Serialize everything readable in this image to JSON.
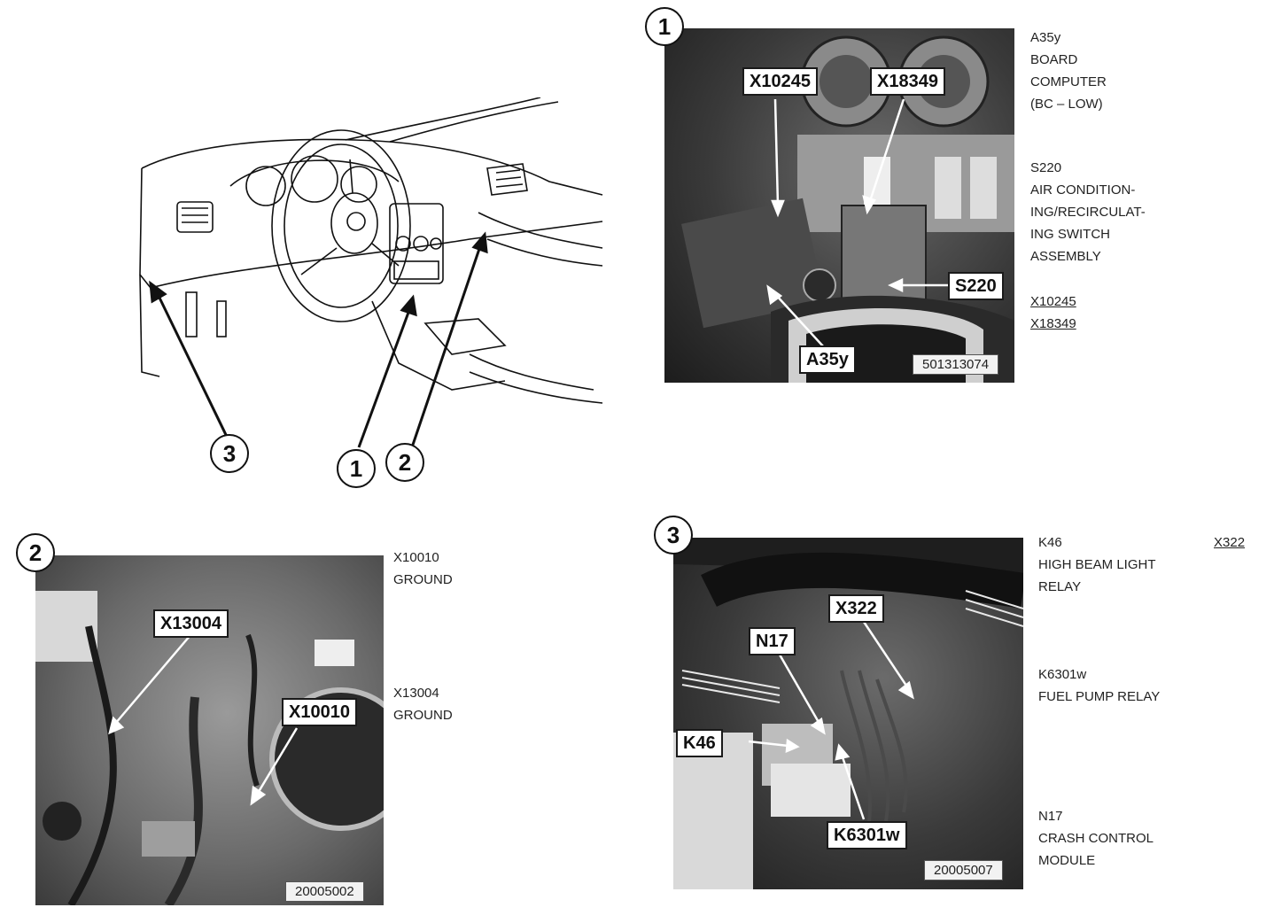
{
  "overview": {
    "badges": [
      "3",
      "1",
      "2"
    ]
  },
  "view1": {
    "badge": "1",
    "callouts": [
      "X10245",
      "X18349",
      "S220",
      "A35y"
    ],
    "code": "501313074",
    "legend": {
      "a35y_id": "A35y",
      "a35y_lines": [
        "BOARD",
        "COMPUTER",
        "(BC – LOW)"
      ],
      "s220_id": "S220",
      "s220_lines": [
        "AIR CONDITION-",
        "ING/RECIRCULAT-",
        "ING SWITCH",
        "ASSEMBLY"
      ],
      "refs": [
        "X10245",
        "X18349"
      ]
    }
  },
  "view2": {
    "badge": "2",
    "callouts": [
      "X13004",
      "X10010"
    ],
    "code": "20005002",
    "legend": {
      "x10010_id": "X10010",
      "x10010_desc": "GROUND",
      "x13004_id": "X13004",
      "x13004_desc": "GROUND"
    }
  },
  "view3": {
    "badge": "3",
    "callouts": [
      "X322",
      "N17",
      "K46",
      "K6301w"
    ],
    "code": "20005007",
    "legend": {
      "k46_id": "K46",
      "k46_lines": [
        "HIGH BEAM LIGHT",
        "RELAY"
      ],
      "k6301w_id": "K6301w",
      "k6301w_desc": "FUEL PUMP RELAY",
      "n17_id": "N17",
      "n17_lines": [
        "CRASH CONTROL",
        "MODULE"
      ],
      "ref": "X322"
    }
  },
  "colors": {
    "ink": "#1a1a1a",
    "photo_dark": "#2a2a2a",
    "label_bg": "#ffffff"
  }
}
